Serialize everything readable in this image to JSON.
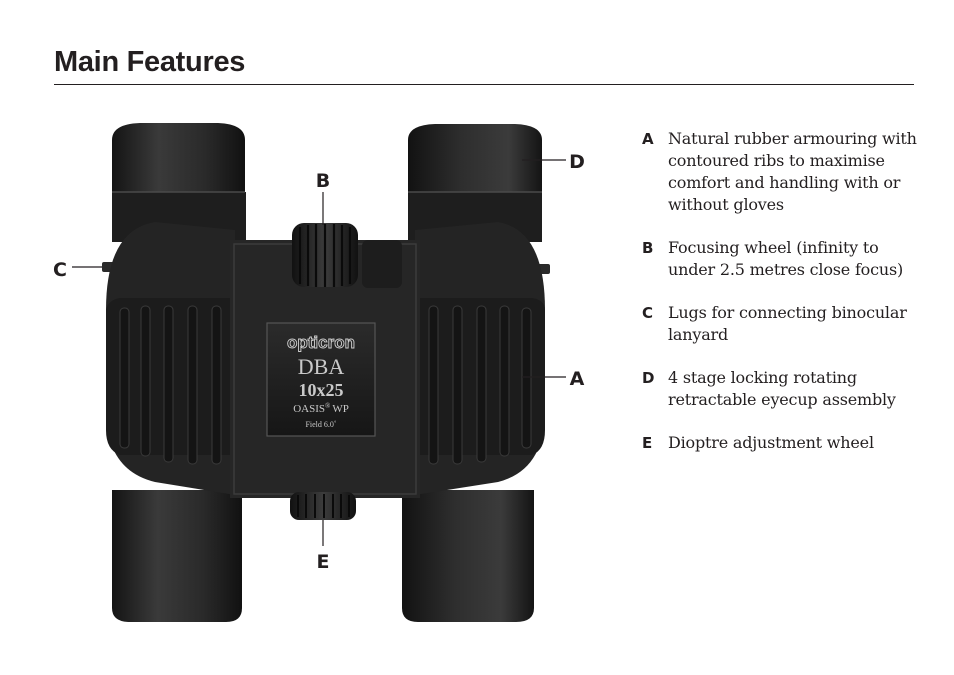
{
  "page": {
    "title": "Main Features"
  },
  "figure": {
    "callouts": {
      "A": "A",
      "B": "B",
      "C": "C",
      "D": "D",
      "E": "E"
    },
    "plate": {
      "brand": "opticron",
      "model": "DBA",
      "magnification": "10x25",
      "series": "OASIS",
      "series_mark": "®",
      "series_suffix": "WP",
      "field": "Field 6.0˚"
    }
  },
  "features": [
    {
      "letter": "A",
      "text": "Natural rubber armouring with contoured ribs to maximise comfort and handling with or without gloves"
    },
    {
      "letter": "B",
      "text": "Focusing wheel (infinity to under 2.5 metres close focus)"
    },
    {
      "letter": "C",
      "text": "Lugs for connecting binocular lanyard"
    },
    {
      "letter": "D",
      "text": "4 stage locking rotating retractable eyecup assembly"
    },
    {
      "letter": "E",
      "text": "Dioptre adjustment wheel"
    }
  ]
}
